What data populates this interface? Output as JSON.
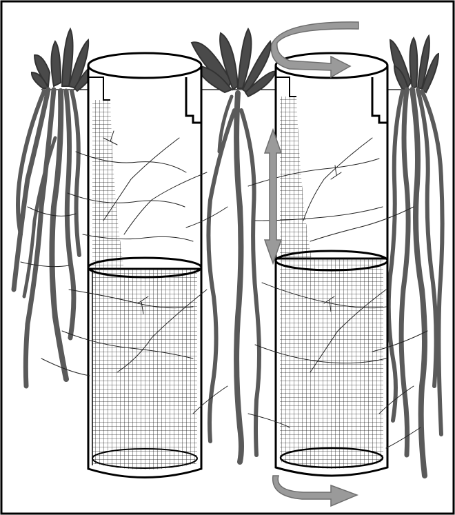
{
  "figure": {
    "caption": "",
    "colors": {
      "plant": "#4a4a4a",
      "root": "#5a5a5a",
      "fine_root": "#222222",
      "mesh": "#1a1a1a",
      "tube_outline": "#000000",
      "arrow_fill": "#9a9a9a",
      "arrow_stroke": "#6e6e6e",
      "frame": "#000000",
      "background": "#ffffff"
    },
    "elements": {
      "plants": [
        "plant-left",
        "plant-center",
        "plant-right"
      ],
      "cores": [
        "ingrowth-core-left",
        "ingrowth-core-right"
      ],
      "arrows": [
        "rotation-arrow-top",
        "vertical-motion-arrow",
        "rotation-arrow-bottom"
      ]
    }
  }
}
